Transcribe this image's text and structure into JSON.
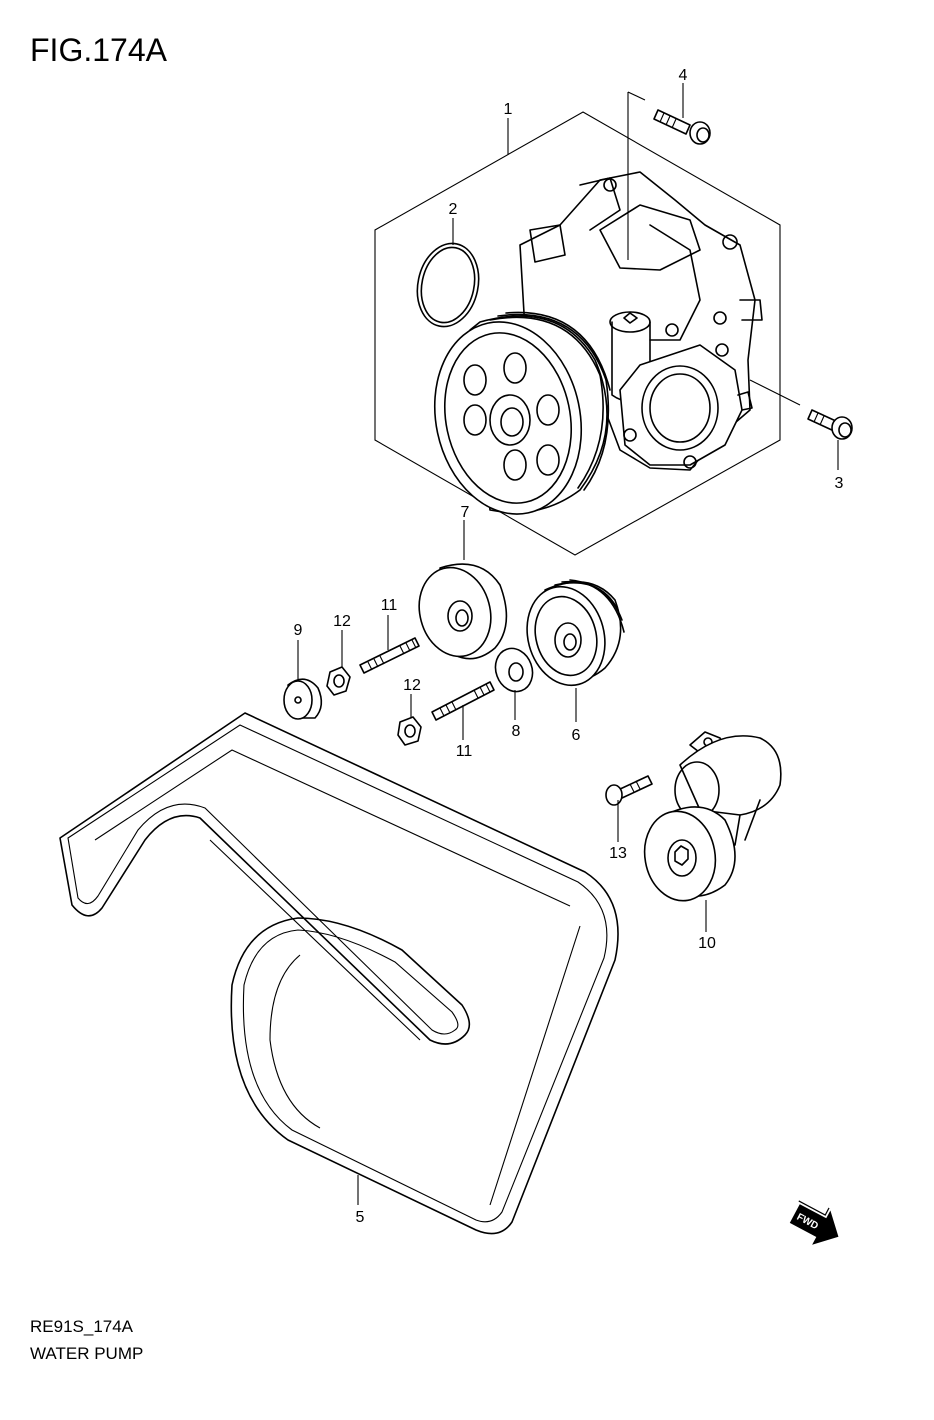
{
  "figure": {
    "title": "FIG.174A",
    "code": "RE91S_174A",
    "caption": "WATER PUMP"
  },
  "callouts": [
    "1",
    "2",
    "3",
    "4",
    "5",
    "6",
    "7",
    "8",
    "9",
    "10",
    "11",
    "11",
    "12",
    "12",
    "13"
  ],
  "fwd_label": "FWD"
}
